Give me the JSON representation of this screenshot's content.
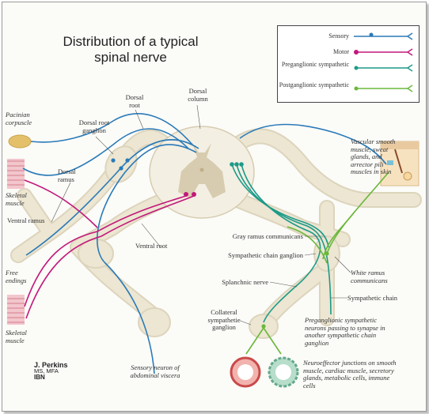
{
  "title_line1": "Distribution of a typical",
  "title_line2": "spinal nerve",
  "legend": {
    "sensory": "Sensory",
    "motor": "Motor",
    "preganglionic": "Preganglionic sympathetic",
    "postganglionic": "Postganglionic sympathetic"
  },
  "colors": {
    "sensory": "#2a7ab8",
    "motor": "#c2187a",
    "preganglionic": "#1d9a88",
    "postganglionic": "#6ab83a",
    "nerve_tissue": "#ece6d2",
    "gray_matter": "#d8ccb0"
  },
  "labels": {
    "pacinian": "Pacinian corpuscle",
    "dorsal_root": "Dorsal root",
    "dorsal_column": "Dorsal column",
    "dorsal_root_ganglion": "Dorsal root ganglion",
    "dorsal_ramus": "Dorsal ramus",
    "skeletal_muscle_top": "Skeletal muscle",
    "ventral_ramus": "Ventral ramus",
    "free_endings": "Free endings",
    "skeletal_muscle_bottom": "Skeletal muscle",
    "ventral_root": "Ventral root",
    "vascular": "Vascular smooth muscle, sweat glands, and arrector pili muscles in skin",
    "gray_ramus": "Gray ramus communicans",
    "sympathetic_chain_ganglion": "Sympathetic chain ganglion",
    "white_ramus": "White ramus communicans",
    "splanchnic": "Splanchnic nerve",
    "sympathetic_chain": "Sympathetic chain",
    "collateral": "Collateral sympathetic ganglion",
    "preganglionic_note": "Preganglionic sympathetic neurons passing to synapse in another sympathetic chain ganglion",
    "sensory_neuron": "Sensory neuron of abdominal viscera",
    "neuroeffector": "Neuroeffector junctions on smooth muscle, cardiac muscle, secretory glands, metabolic cells, immune cells"
  },
  "signature": {
    "name": "J. Perkins",
    "credentials": "MS, MFA"
  }
}
